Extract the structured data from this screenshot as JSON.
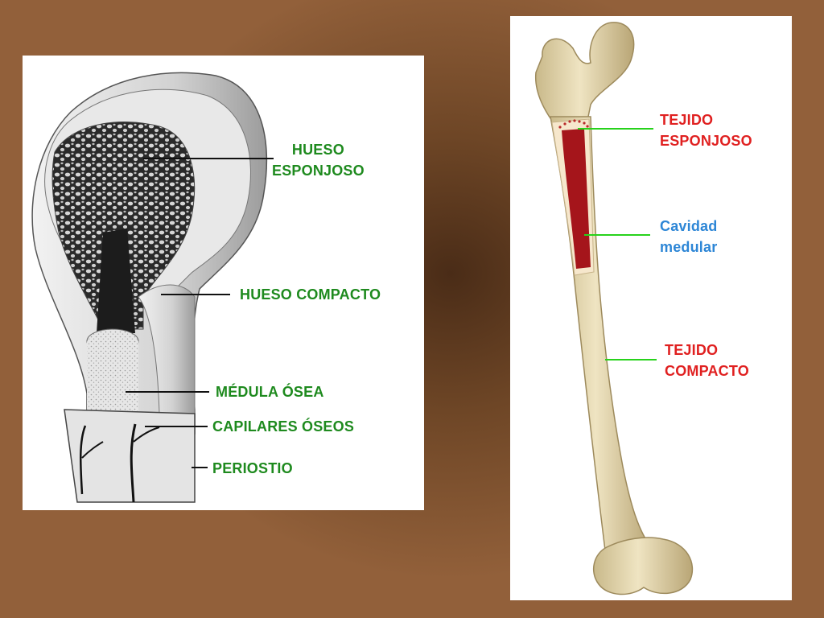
{
  "colors": {
    "left_label": "#1e8a1e",
    "red_label": "#e02020",
    "blue_label": "#2d86d6",
    "pointer_left": "#111111",
    "pointer_right": "#27d21b",
    "marrow": "#a5151b",
    "bone": "#e9dcb3"
  },
  "left": {
    "hueso_esponjoso": [
      "HUESO",
      "ESPONJOSO"
    ],
    "hueso_compacto": "HUESO COMPACTO",
    "medula_osea": "MÉDULA ÓSEA",
    "capilares_oseos": "CAPILARES ÓSEOS",
    "periostio": "PERIOSTIO"
  },
  "right": {
    "tejido_esponjoso": [
      "TEJIDO",
      "ESPONJOSO"
    ],
    "cavidad_medular": [
      "Cavidad",
      "medular"
    ],
    "tejido_compacto": [
      "TEJIDO",
      "COMPACTO"
    ]
  }
}
